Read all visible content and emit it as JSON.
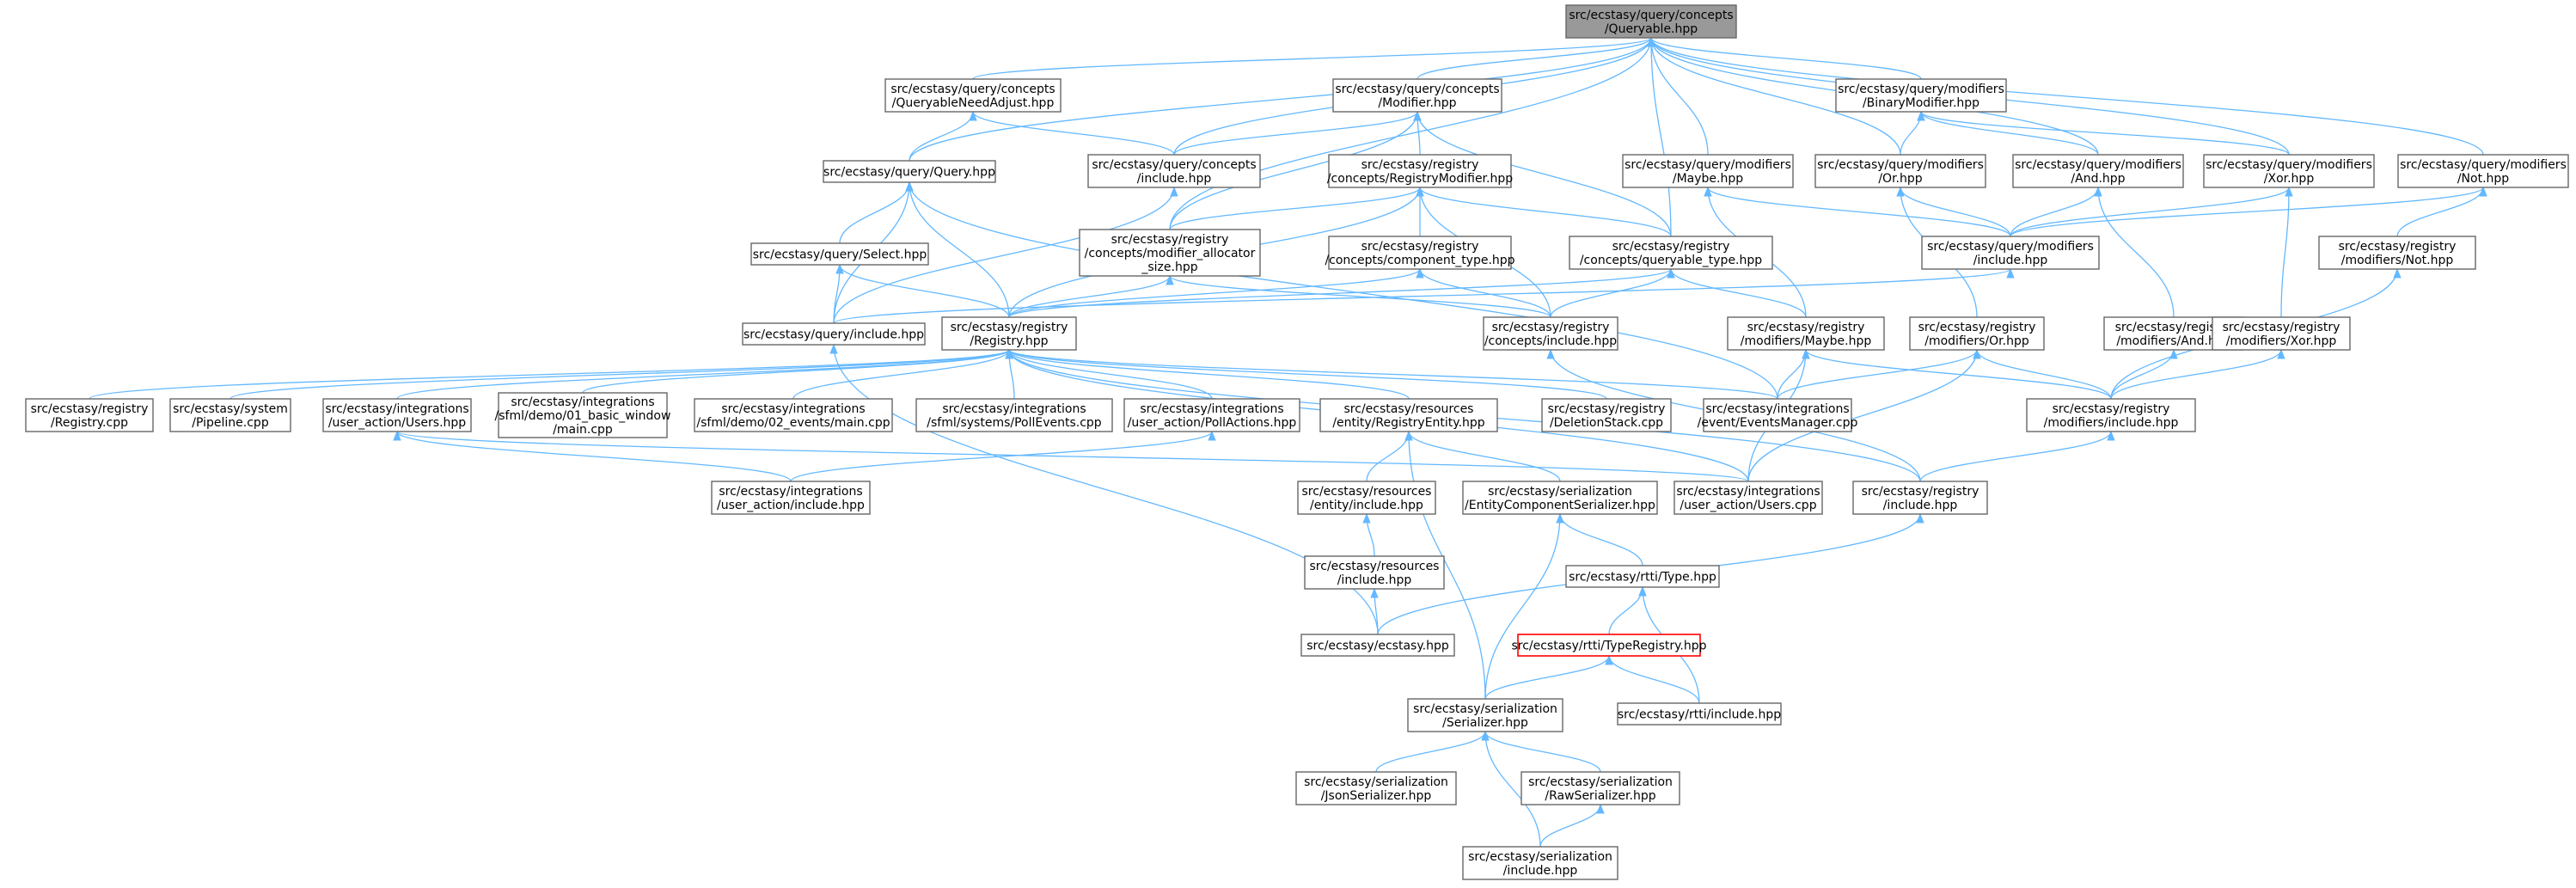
{
  "colors": {
    "edge": "#63b8ff",
    "node_border": "#666666",
    "root_fill": "#999999",
    "highlight_border": "#ff0000"
  },
  "nodes": [
    {
      "id": "queryable",
      "lines": [
        "src/ecstasy/query/concepts",
        "/Queryable.hpp"
      ],
      "style": "root"
    },
    {
      "id": "queryableNeedAdj",
      "lines": [
        "src/ecstasy/query/concepts",
        "/QueryableNeedAdjust.hpp"
      ]
    },
    {
      "id": "modifierC",
      "lines": [
        "src/ecstasy/query/concepts",
        "/Modifier.hpp"
      ]
    },
    {
      "id": "binaryMod",
      "lines": [
        "src/ecstasy/query/modifiers",
        "/BinaryModifier.hpp"
      ]
    },
    {
      "id": "query",
      "lines": [
        "src/ecstasy/query/Query.hpp"
      ]
    },
    {
      "id": "conceptsInclude",
      "lines": [
        "src/ecstasy/query/concepts",
        "/include.hpp"
      ]
    },
    {
      "id": "regModifier",
      "lines": [
        "src/ecstasy/registry",
        "/concepts/RegistryModifier.hpp"
      ]
    },
    {
      "id": "maybeQ",
      "lines": [
        "src/ecstasy/query/modifiers",
        "/Maybe.hpp"
      ]
    },
    {
      "id": "orQ",
      "lines": [
        "src/ecstasy/query/modifiers",
        "/Or.hpp"
      ]
    },
    {
      "id": "andQ",
      "lines": [
        "src/ecstasy/query/modifiers",
        "/And.hpp"
      ]
    },
    {
      "id": "xorQ",
      "lines": [
        "src/ecstasy/query/modifiers",
        "/Xor.hpp"
      ]
    },
    {
      "id": "notQ",
      "lines": [
        "src/ecstasy/query/modifiers",
        "/Not.hpp"
      ]
    },
    {
      "id": "select",
      "lines": [
        "src/ecstasy/query/Select.hpp"
      ]
    },
    {
      "id": "modAllocSize",
      "lines": [
        "src/ecstasy/registry",
        "/concepts/modifier_allocator",
        "_size.hpp"
      ]
    },
    {
      "id": "componentType",
      "lines": [
        "src/ecstasy/registry",
        "/concepts/component_type.hpp"
      ]
    },
    {
      "id": "queryableType",
      "lines": [
        "src/ecstasy/registry",
        "/concepts/queryable_type.hpp"
      ]
    },
    {
      "id": "modifiersInclude",
      "lines": [
        "src/ecstasy/query/modifiers",
        "/include.hpp"
      ]
    },
    {
      "id": "regNotMod",
      "lines": [
        "src/ecstasy/registry",
        "/modifiers/Not.hpp"
      ]
    },
    {
      "id": "queryInclude",
      "lines": [
        "src/ecstasy/query/include.hpp"
      ]
    },
    {
      "id": "registryHpp",
      "lines": [
        "src/ecstasy/registry",
        "/Registry.hpp"
      ]
    },
    {
      "id": "regConceptsInc",
      "lines": [
        "src/ecstasy/registry",
        "/concepts/include.hpp"
      ]
    },
    {
      "id": "regMaybe",
      "lines": [
        "src/ecstasy/registry",
        "/modifiers/Maybe.hpp"
      ]
    },
    {
      "id": "regOr",
      "lines": [
        "src/ecstasy/registry",
        "/modifiers/Or.hpp"
      ]
    },
    {
      "id": "regAnd",
      "lines": [
        "src/ecstasy/registry",
        "/modifiers/And.hpp"
      ]
    },
    {
      "id": "regXor",
      "lines": [
        "src/ecstasy/registry",
        "/modifiers/Xor.hpp"
      ]
    },
    {
      "id": "registryCpp",
      "lines": [
        "src/ecstasy/registry",
        "/Registry.cpp"
      ]
    },
    {
      "id": "pipelineCpp",
      "lines": [
        "src/ecstasy/system",
        "/Pipeline.cpp"
      ]
    },
    {
      "id": "usersHpp",
      "lines": [
        "src/ecstasy/integrations",
        "/user_action/Users.hpp"
      ]
    },
    {
      "id": "sfmlDemo01",
      "lines": [
        "src/ecstasy/integrations",
        "/sfml/demo/01_basic_window",
        "/main.cpp"
      ]
    },
    {
      "id": "sfmlDemo02",
      "lines": [
        "src/ecstasy/integrations",
        "/sfml/demo/02_events/main.cpp"
      ]
    },
    {
      "id": "pollEvents",
      "lines": [
        "src/ecstasy/integrations",
        "/sfml/systems/PollEvents.cpp"
      ]
    },
    {
      "id": "pollActions",
      "lines": [
        "src/ecstasy/integrations",
        "/user_action/PollActions.hpp"
      ]
    },
    {
      "id": "registryEntity",
      "lines": [
        "src/ecstasy/resources",
        "/entity/RegistryEntity.hpp"
      ]
    },
    {
      "id": "deletionStack",
      "lines": [
        "src/ecstasy/registry",
        "/DeletionStack.cpp"
      ]
    },
    {
      "id": "eventsManager",
      "lines": [
        "src/ecstasy/integrations",
        "/event/EventsManager.cpp"
      ]
    },
    {
      "id": "regModInclude",
      "lines": [
        "src/ecstasy/registry",
        "/modifiers/include.hpp"
      ]
    },
    {
      "id": "userActionInc",
      "lines": [
        "src/ecstasy/integrations",
        "/user_action/include.hpp"
      ]
    },
    {
      "id": "entityInclude",
      "lines": [
        "src/ecstasy/resources",
        "/entity/include.hpp"
      ]
    },
    {
      "id": "ecSerializer",
      "lines": [
        "src/ecstasy/serialization",
        "/EntityComponentSerializer.hpp"
      ]
    },
    {
      "id": "usersCpp",
      "lines": [
        "src/ecstasy/integrations",
        "/user_action/Users.cpp"
      ]
    },
    {
      "id": "regInclude",
      "lines": [
        "src/ecstasy/registry",
        "/include.hpp"
      ]
    },
    {
      "id": "resInclude",
      "lines": [
        "src/ecstasy/resources",
        "/include.hpp"
      ]
    },
    {
      "id": "rttiType",
      "lines": [
        "src/ecstasy/rtti/Type.hpp"
      ]
    },
    {
      "id": "ecstasyHpp",
      "lines": [
        "src/ecstasy/ecstasy.hpp"
      ]
    },
    {
      "id": "typeRegistry",
      "lines": [
        "src/ecstasy/rtti/TypeRegistry.hpp"
      ],
      "style": "highlight"
    },
    {
      "id": "serializerHpp",
      "lines": [
        "src/ecstasy/serialization",
        "/Serializer.hpp"
      ]
    },
    {
      "id": "rttiInclude",
      "lines": [
        "src/ecstasy/rtti/include.hpp"
      ]
    },
    {
      "id": "jsonSerializer",
      "lines": [
        "src/ecstasy/serialization",
        "/JsonSerializer.hpp"
      ]
    },
    {
      "id": "rawSerializer",
      "lines": [
        "src/ecstasy/serialization",
        "/RawSerializer.hpp"
      ]
    },
    {
      "id": "serInclude",
      "lines": [
        "src/ecstasy/serialization",
        "/include.hpp"
      ]
    }
  ],
  "edges": [
    [
      "queryableNeedAdj",
      "queryable"
    ],
    [
      "modifierC",
      "queryable"
    ],
    [
      "binaryMod",
      "queryable"
    ],
    [
      "query",
      "queryable"
    ],
    [
      "conceptsInclude",
      "queryable"
    ],
    [
      "maybeQ",
      "queryable"
    ],
    [
      "orQ",
      "queryable"
    ],
    [
      "andQ",
      "queryable"
    ],
    [
      "xorQ",
      "queryable"
    ],
    [
      "notQ",
      "queryable"
    ],
    [
      "modAllocSize",
      "queryable"
    ],
    [
      "queryableType",
      "queryable"
    ],
    [
      "query",
      "queryableNeedAdj"
    ],
    [
      "conceptsInclude",
      "queryableNeedAdj"
    ],
    [
      "conceptsInclude",
      "modifierC"
    ],
    [
      "regModifier",
      "modifierC"
    ],
    [
      "modAllocSize",
      "modifierC"
    ],
    [
      "queryableType",
      "modifierC"
    ],
    [
      "orQ",
      "binaryMod"
    ],
    [
      "andQ",
      "binaryMod"
    ],
    [
      "xorQ",
      "binaryMod"
    ],
    [
      "select",
      "query"
    ],
    [
      "queryInclude",
      "query"
    ],
    [
      "registryHpp",
      "query"
    ],
    [
      "eventsManager",
      "query"
    ],
    [
      "queryInclude",
      "conceptsInclude"
    ],
    [
      "modAllocSize",
      "regModifier"
    ],
    [
      "componentType",
      "regModifier"
    ],
    [
      "queryableType",
      "regModifier"
    ],
    [
      "regConceptsInc",
      "regModifier"
    ],
    [
      "registryHpp",
      "regModifier"
    ],
    [
      "modifiersInclude",
      "maybeQ"
    ],
    [
      "regMaybe",
      "maybeQ"
    ],
    [
      "modifiersInclude",
      "orQ"
    ],
    [
      "regOr",
      "orQ"
    ],
    [
      "modifiersInclude",
      "andQ"
    ],
    [
      "regAnd",
      "andQ"
    ],
    [
      "modifiersInclude",
      "xorQ"
    ],
    [
      "regXor",
      "xorQ"
    ],
    [
      "modifiersInclude",
      "notQ"
    ],
    [
      "regNotMod",
      "notQ"
    ],
    [
      "queryInclude",
      "select"
    ],
    [
      "registryHpp",
      "select"
    ],
    [
      "registryHpp",
      "modAllocSize"
    ],
    [
      "regConceptsInc",
      "modAllocSize"
    ],
    [
      "registryHpp",
      "componentType"
    ],
    [
      "regConceptsInc",
      "componentType"
    ],
    [
      "registryHpp",
      "queryableType"
    ],
    [
      "regConceptsInc",
      "queryableType"
    ],
    [
      "regMaybe",
      "queryableType"
    ],
    [
      "queryInclude",
      "modifiersInclude"
    ],
    [
      "regModInclude",
      "regNotMod"
    ],
    [
      "ecstasyHpp",
      "queryInclude"
    ],
    [
      "registryCpp",
      "registryHpp"
    ],
    [
      "pipelineCpp",
      "registryHpp"
    ],
    [
      "usersHpp",
      "registryHpp"
    ],
    [
      "sfmlDemo01",
      "registryHpp"
    ],
    [
      "sfmlDemo02",
      "registryHpp"
    ],
    [
      "pollEvents",
      "registryHpp"
    ],
    [
      "pollActions",
      "registryHpp"
    ],
    [
      "registryEntity",
      "registryHpp"
    ],
    [
      "deletionStack",
      "registryHpp"
    ],
    [
      "eventsManager",
      "registryHpp"
    ],
    [
      "usersCpp",
      "registryHpp"
    ],
    [
      "regInclude",
      "registryHpp"
    ],
    [
      "regInclude",
      "regConceptsInc"
    ],
    [
      "eventsManager",
      "regMaybe"
    ],
    [
      "regModInclude",
      "regMaybe"
    ],
    [
      "usersCpp",
      "regMaybe"
    ],
    [
      "eventsManager",
      "regOr"
    ],
    [
      "regModInclude",
      "regOr"
    ],
    [
      "usersCpp",
      "regOr"
    ],
    [
      "regModInclude",
      "regAnd"
    ],
    [
      "regModInclude",
      "regXor"
    ],
    [
      "userActionInc",
      "usersHpp"
    ],
    [
      "usersCpp",
      "usersHpp"
    ],
    [
      "userActionInc",
      "pollActions"
    ],
    [
      "entityInclude",
      "registryEntity"
    ],
    [
      "ecSerializer",
      "registryEntity"
    ],
    [
      "serializerHpp",
      "registryEntity"
    ],
    [
      "regInclude",
      "regModInclude"
    ],
    [
      "resInclude",
      "entityInclude"
    ],
    [
      "rttiType",
      "ecSerializer"
    ],
    [
      "serializerHpp",
      "ecSerializer"
    ],
    [
      "ecstasyHpp",
      "regInclude"
    ],
    [
      "ecstasyHpp",
      "resInclude"
    ],
    [
      "typeRegistry",
      "rttiType"
    ],
    [
      "rttiInclude",
      "rttiType"
    ],
    [
      "serializerHpp",
      "typeRegistry"
    ],
    [
      "rttiInclude",
      "typeRegistry"
    ],
    [
      "jsonSerializer",
      "serializerHpp"
    ],
    [
      "rawSerializer",
      "serializerHpp"
    ],
    [
      "serInclude",
      "serializerHpp"
    ],
    [
      "serInclude",
      "rawSerializer"
    ]
  ]
}
